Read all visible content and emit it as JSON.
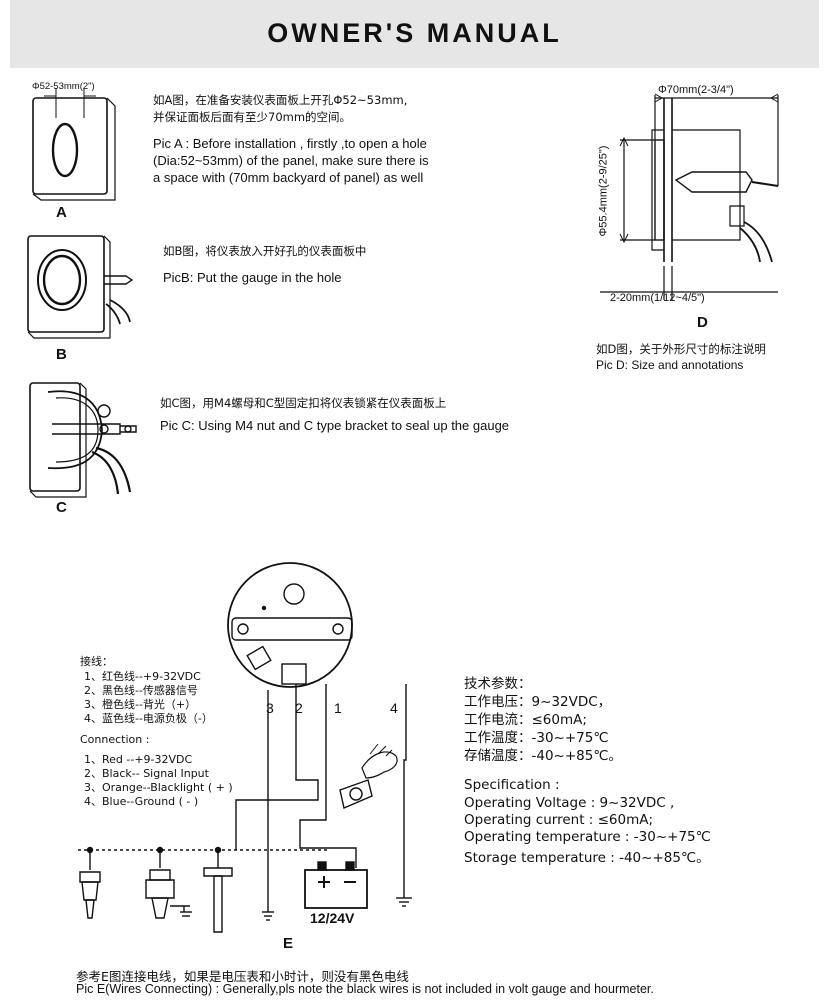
{
  "title": "OWNER'S MANUAL",
  "pic_a": {
    "label": "A",
    "dimension": "Φ52-53mm(2\")",
    "cn_line1": "如A图，在准备安装仪表面板上开孔Φ52~53mm,",
    "cn_line2": "并保证面板后面有至少70mm的空间。",
    "en_line1": "Pic A : Before installation , firstly ,to open a hole",
    "en_line2": "(Dia:52~53mm) of the panel, make sure there is",
    "en_line3": "a space with (70mm backyard of panel)  as well"
  },
  "pic_b": {
    "label": "B",
    "cn": "如B图，将仪表放入开好孔的仪表面板中",
    "en": "PicB: Put the gauge in the hole"
  },
  "pic_c": {
    "label": "C",
    "cn": "如C图，用M4螺母和C型固定扣将仪表锁紧在仪表面板上",
    "en": "Pic C: Using M4 nut and C type bracket to seal up the gauge"
  },
  "pic_d": {
    "label": "D",
    "dim_top": "Φ70mm(2-3/4\")",
    "dim_side": "Φ55.4mm(2-9/25\")",
    "dim_bottom": "2-20mm(1/12~4/5\")",
    "cn": "如D图，关于外形尺寸的标注说明",
    "en": "Pic D: Size and annotations"
  },
  "wiring": {
    "cn_title": "接线：",
    "cn_items": [
      "1、红色线--+9-32VDC",
      "2、黑色线--传感器信号",
      "3、橙色线--背光（+）",
      "4、蓝色线--电源负极（-）"
    ],
    "en_title": "Connection :",
    "en_items": [
      "1、Red --+9-32VDC",
      "2、Black-- Signal Input",
      "3、Orange--Blacklight ( + )",
      "4、Blue--Ground ( - )"
    ],
    "wire_numbers": [
      "3",
      "2",
      "1",
      "4"
    ],
    "battery_label": "12/24V",
    "label": "E"
  },
  "specs_cn": {
    "title": "技术参数：",
    "lines": [
      "工作电压：9~32VDC，",
      "工作电流：≤60mA;",
      "工作温度：-30~+75℃",
      "存储温度：-40~+85℃。"
    ]
  },
  "specs_en": {
    "title": "Specification :",
    "lines": [
      "Operating Voltage : 9~32VDC ,",
      "Operating current : ≤60mA;",
      "Operating temperature : -30~+75℃",
      "Storage temperature : -40~+85℃。"
    ]
  },
  "footer": {
    "cn": "参考E图连接电线，如果是电压表和小时计，则没有黑色电线",
    "en": "Pic E(Wires Connecting) : Generally,pls note the black wires is not included in volt gauge and hourmeter."
  }
}
